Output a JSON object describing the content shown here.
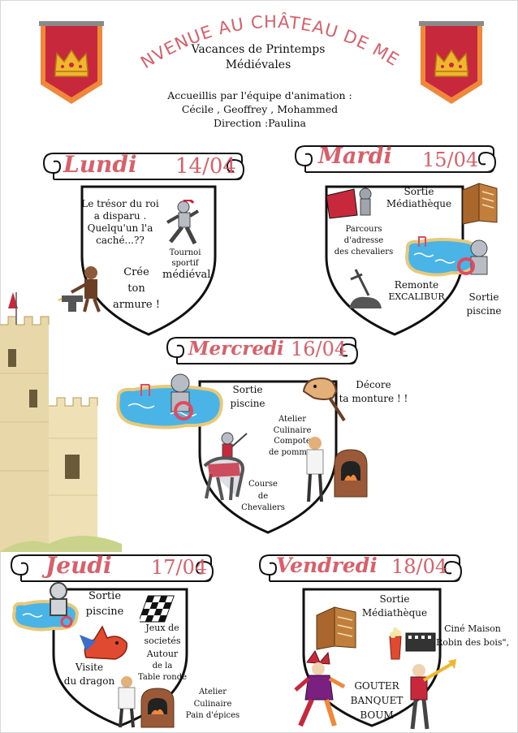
{
  "header": {
    "title": "BIENVENUE AU CHÂTEAU DE MESSY",
    "subtitle_line1": "Vacances de Printemps",
    "subtitle_line2": "Médiévales",
    "team_line1": "Accueillis par l'équipe d'animation :",
    "team_line2": "Cécile , Geoffrey , Mohammed",
    "team_line3": "Direction :Paulina"
  },
  "colors": {
    "accent": "#d9606a",
    "flag_red": "#c8283c",
    "flag_orange": "#f0883c",
    "crown": "#f2b62e"
  },
  "days": {
    "monday": {
      "name": "Lundi",
      "date": "14/04",
      "activities": {
        "tresor_l1": "Le trésor du roi",
        "tresor_l2": "a disparu .",
        "tresor_l3": "Quelqu'un l'a",
        "tresor_l4": "caché...??",
        "tournoi_l1": "Tournoi",
        "tournoi_l2": "sportif",
        "tournoi_l3": "médiéval",
        "armure_l1": "Crée",
        "armure_l2": "ton",
        "armure_l3": "armure !"
      }
    },
    "tuesday": {
      "name": "Mardi",
      "date": "15/04",
      "activities": {
        "media_l1": "Sortie",
        "media_l2": "Médiathèque",
        "parcours_l1": "Parcours",
        "parcours_l2": "d'adresse",
        "parcours_l3": "des chevaliers",
        "excalibur_l1": "Remonte",
        "excalibur_l2": "EXCALIBUR",
        "piscine_l1": "Sortie",
        "piscine_l2": "piscine"
      }
    },
    "wednesday": {
      "name": "Mercredi",
      "date": "16/04",
      "activities": {
        "piscine_l1": "Sortie",
        "piscine_l2": "piscine",
        "monture_l1": "Décore",
        "monture_l2": "ta monture !  !",
        "atelier_l1": "Atelier",
        "atelier_l2": "Culinaire",
        "atelier_l3": "Compote",
        "atelier_l4": "de pommes",
        "course_l1": "Course",
        "course_l2": "de",
        "course_l3": "Chevaliers"
      }
    },
    "thursday": {
      "name": "Jeudi",
      "date": "17/04",
      "activities": {
        "piscine_l1": "Sortie",
        "piscine_l2": "piscine",
        "jeux_l1": "Jeux de",
        "jeux_l2": "societés",
        "jeux_l3": "Autour",
        "jeux_l4": "de la",
        "jeux_l5": "Table ronde",
        "dragon_l1": "Visite",
        "dragon_l2": "du dragon",
        "atelier_l1": "Atelier",
        "atelier_l2": "Culinaire",
        "atelier_l3": "Pain d'épices"
      }
    },
    "friday": {
      "name": "Vendredi",
      "date": "18/04",
      "activities": {
        "media_l1": "Sortie",
        "media_l2": "Médiathèque",
        "cine_l1": "Ciné Maison",
        "cine_l2": "Robin des bois\",",
        "gouter_l1": "GOUTER",
        "gouter_l2": "BANQUET",
        "gouter_l3": "BOUM"
      }
    }
  },
  "icons": [
    "crown-icon",
    "castle-icon",
    "knight-icon",
    "pool-icon",
    "book-icon",
    "sword-icon",
    "dragon-icon",
    "chess-icon",
    "oven-icon",
    "horse-icon",
    "jester-icon",
    "popcorn-icon"
  ]
}
